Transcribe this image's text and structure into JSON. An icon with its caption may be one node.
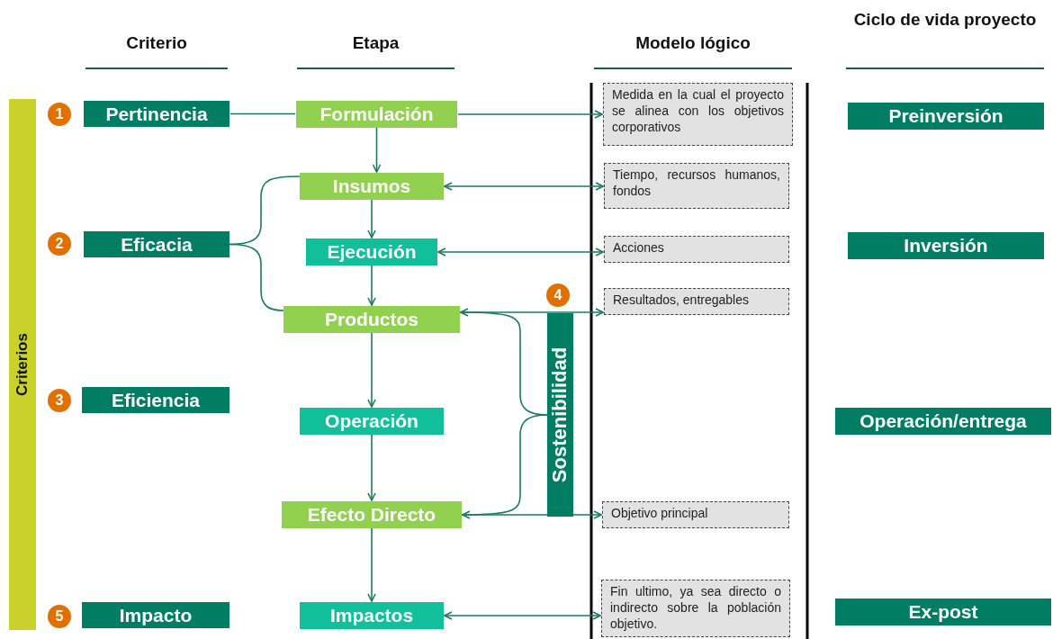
{
  "diagram": {
    "nodes": [
      {
        "text": [
          "Criterios"
        ]
      },
      {
        "text": [
          "Pertinencia"
        ],
        "beside": [
          "1"
        ]
      },
      {
        "text": [
          "Eficacia"
        ],
        "beside": [
          "2"
        ]
      },
      {
        "text": [
          "Eficiencia"
        ],
        "beside": [
          "3"
        ]
      },
      {
        "text": [
          "Impacto"
        ],
        "beside": [
          "5"
        ]
      },
      {
        "text": [
          "Formulación"
        ]
      },
      {
        "text": [
          "Insumos"
        ]
      },
      {
        "text": [
          "Ejecución"
        ]
      },
      {
        "text": [
          "Productos"
        ]
      },
      {
        "text": [
          "Operación"
        ]
      },
      {
        "text": [
          "Efecto Directo"
        ]
      },
      {
        "text": [
          "Impactos"
        ]
      },
      {
        "text": [
          "Sostenibilidad"
        ],
        "beside": [
          "4"
        ]
      },
      {
        "text": [
          "Medida en la cual el proyecto se alinea con los objetivos corporativos"
        ]
      },
      {
        "text": [
          "Tiempo, recursos humanos, fondos"
        ]
      },
      {
        "text": [
          "Acciones"
        ]
      },
      {
        "text": [
          "Resultados, entregables"
        ]
      },
      {
        "text": [
          "Objetivo principal"
        ]
      },
      {
        "text": [
          "Fin ultimo, ya sea directo o indirecto sobre la población objetivo."
        ]
      },
      {
        "text": [
          "Preinversión"
        ]
      },
      {
        "text": [
          "Inversión"
        ]
      },
      {
        "text": [
          "Operación/entrega"
        ]
      },
      {
        "text": [
          "Ex-post"
        ]
      }
    ],
    "edges": [
      {
        "from": 1,
        "to": 5,
        "arrow": "none"
      },
      {
        "from": 5,
        "to": 13,
        "arrow": "to"
      },
      {
        "from": 5,
        "to": 6,
        "arrow": "to"
      },
      {
        "from": 6,
        "to": 7,
        "arrow": "to"
      },
      {
        "from": 7,
        "to": 8,
        "arrow": "to"
      },
      {
        "from": 8,
        "to": 9,
        "arrow": "to"
      },
      {
        "from": 9,
        "to": 10,
        "arrow": "to"
      },
      {
        "from": 10,
        "to": 11,
        "arrow": "to"
      },
      {
        "from": 6,
        "to": 14,
        "arrow": "both"
      },
      {
        "from": 7,
        "to": 15,
        "arrow": "both"
      },
      {
        "from": 8,
        "to": 16,
        "arrow": "both"
      },
      {
        "from": 10,
        "to": 17,
        "arrow": "both"
      },
      {
        "from": 11,
        "to": 18,
        "arrow": "both"
      },
      {
        "from": 2,
        "to": 6,
        "arrow": "none"
      },
      {
        "from": 2,
        "to": 8,
        "arrow": "none"
      },
      {
        "from": 12,
        "to": 8,
        "arrow": "none"
      },
      {
        "from": 12,
        "to": 10,
        "arrow": "none"
      }
    ],
    "labels": [
      "Criterio",
      "Etapa",
      "Modelo lógico",
      "Ciclo de vida proyecto"
    ]
  }
}
